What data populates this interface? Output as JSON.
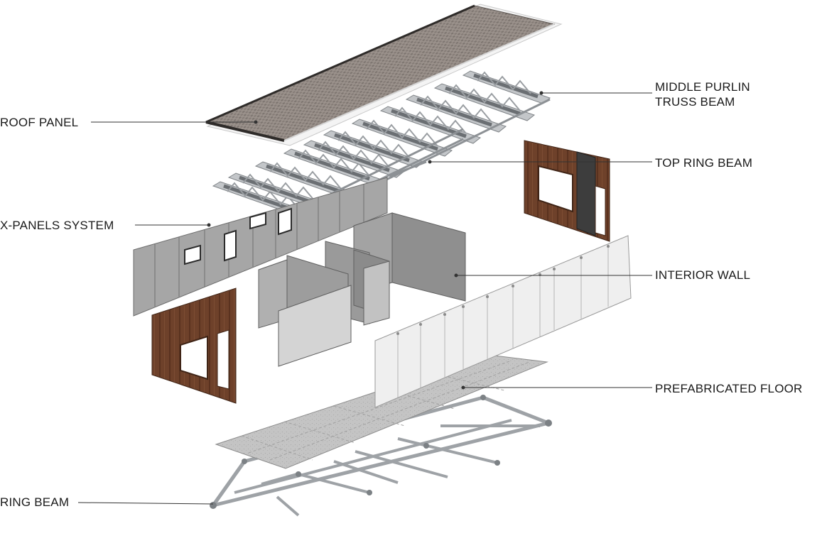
{
  "labels": {
    "roof_panel": "ROOF PANEL",
    "x_panels_system": "X-PANELS SYSTEM",
    "ring_beam": "RING BEAM",
    "middle_purlin_line1": "MIDDLE PURLIN",
    "middle_purlin_line2": "TRUSS BEAM",
    "top_ring_beam": "TOP RING BEAM",
    "interior_wall": "INTERIOR WALL",
    "prefabricated_floor": "PREFABRICATED FLOOR"
  },
  "colors": {
    "roof": "#8c8580",
    "steel": "#b9bcbf",
    "wood": "#6b3e28",
    "panel_light": "#efefef",
    "panel_grey": "#8e8e8e",
    "floor": "#bdbdbd"
  }
}
